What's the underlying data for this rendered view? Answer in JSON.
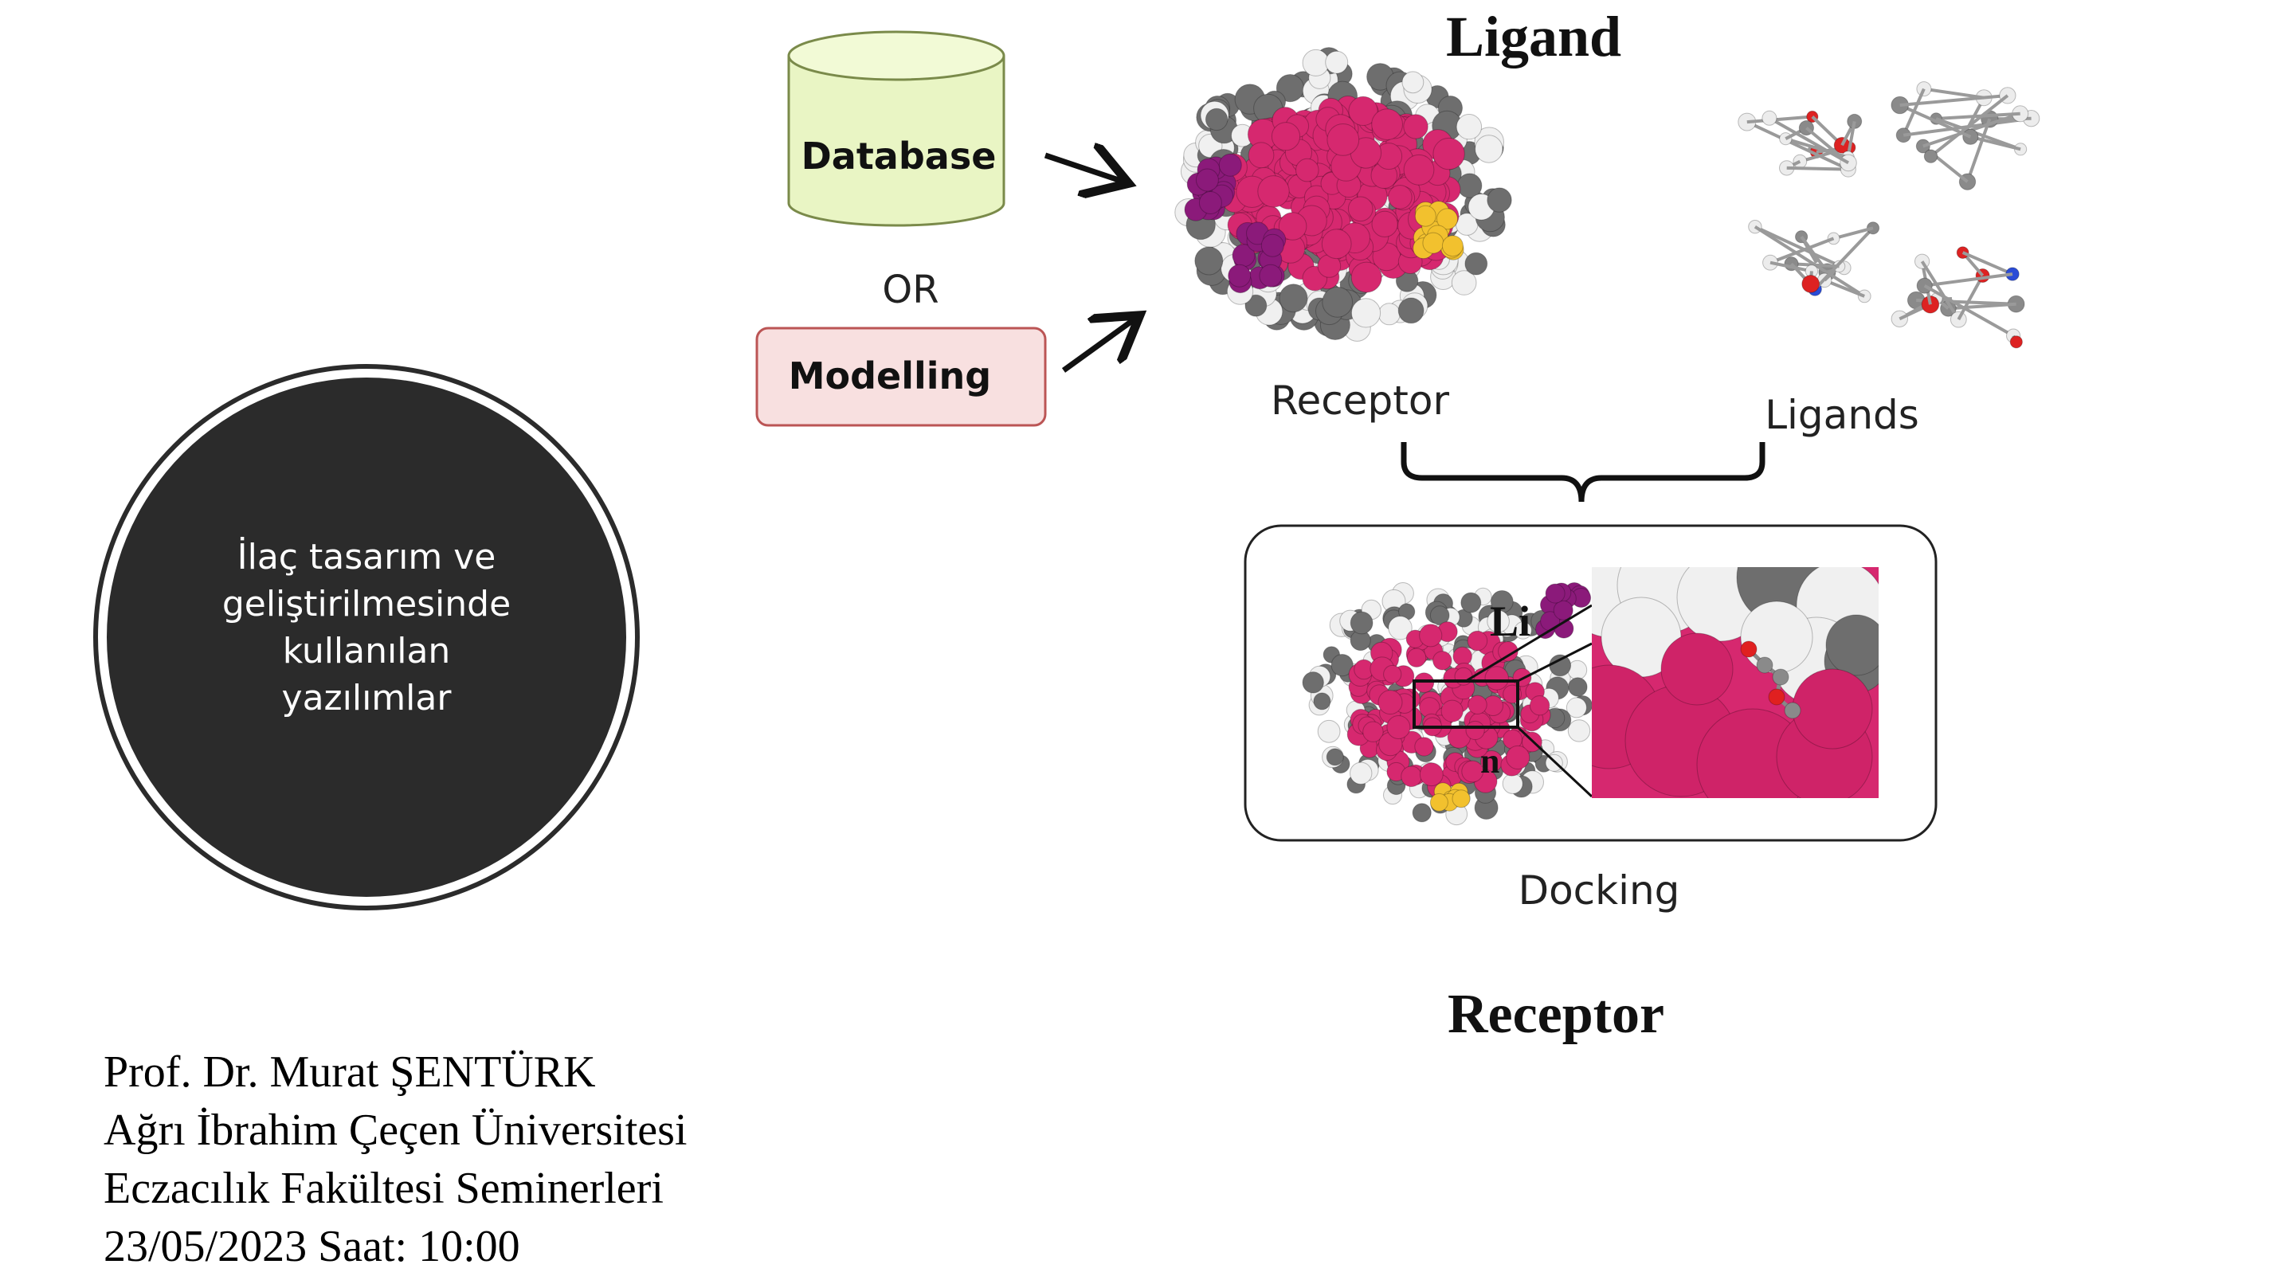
{
  "circle": {
    "lines": [
      "İlaç tasarım ve",
      "geliştirilmesinde",
      "kullanılan",
      "yazılımlar"
    ]
  },
  "diagram": {
    "database_label": "Database",
    "or_label": "OR",
    "modelling_label": "Modelling",
    "ligand_title": "Ligand",
    "receptor_label": "Receptor",
    "ligands_label": "Ligands",
    "docking_label": "Docking",
    "receptor_title": "Receptor",
    "inset_label_top": "Li",
    "inset_label_bottom": "n"
  },
  "footer": {
    "lines": [
      "Prof. Dr. Murat ŞENTÜRK",
      "Ağrı İbrahim Çeçen Üniversitesi",
      "Eczacılık Fakültesi Seminerleri",
      "23/05/2023 Saat: 10:00"
    ]
  },
  "colors": {
    "protein_magenta": "#d6286f",
    "protein_purple": "#8b1a7a",
    "protein_yellow": "#f2c12e",
    "atom_gray": "#6e6e6e",
    "atom_white": "#f0f0f0",
    "database_fill": "#e9f5c4",
    "modelling_fill": "#f8e0e0",
    "circle_fill": "#2b2b2b"
  }
}
